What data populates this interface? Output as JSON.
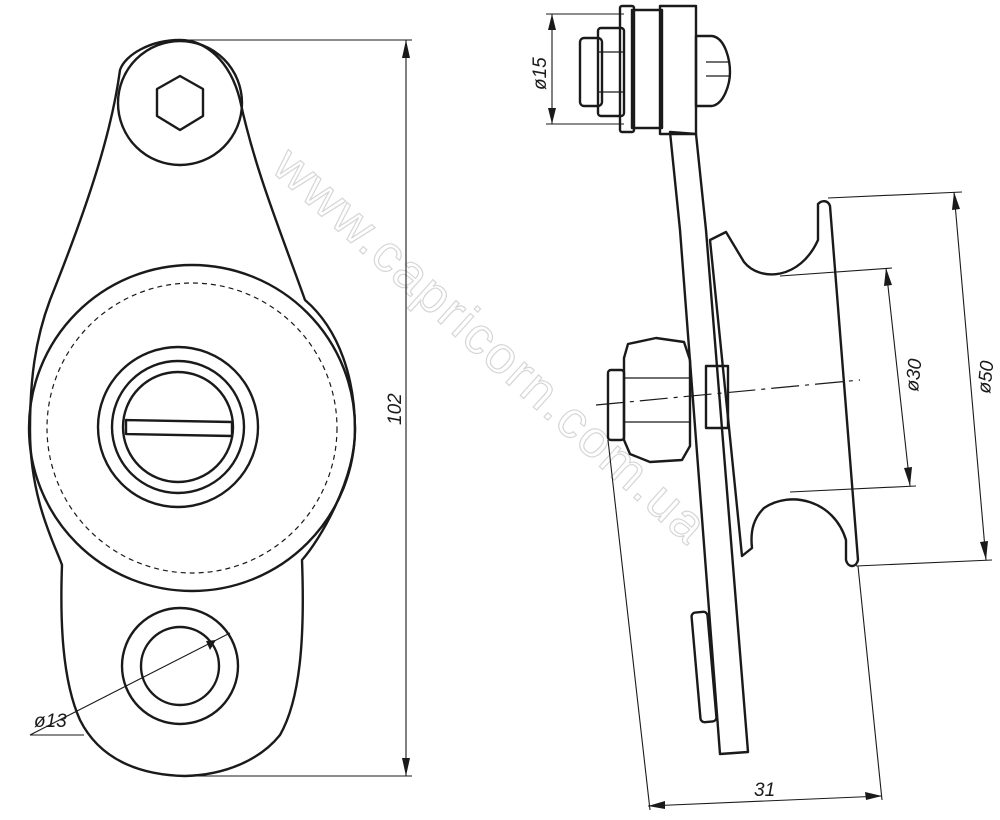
{
  "watermark": "www.capricorn.com.ua",
  "dimensions": {
    "overall_length": "102",
    "hole_diameter": "ø13",
    "bolt_head_diameter": "ø15",
    "groove_diameter": "ø30",
    "pulley_diameter": "ø50",
    "overall_width": "31"
  }
}
